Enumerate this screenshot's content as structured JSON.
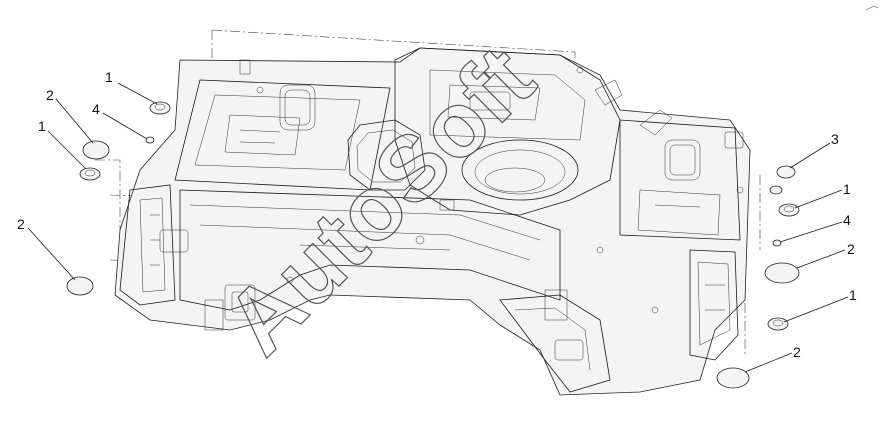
{
  "callouts": [
    {
      "label": "1"
    },
    {
      "label": "2"
    },
    {
      "label": "4"
    },
    {
      "label": "1"
    },
    {
      "label": "2"
    },
    {
      "label": "3"
    },
    {
      "label": "1"
    },
    {
      "label": "4"
    },
    {
      "label": "2"
    },
    {
      "label": "1"
    },
    {
      "label": "2"
    }
  ],
  "watermark": "AutoSoft"
}
